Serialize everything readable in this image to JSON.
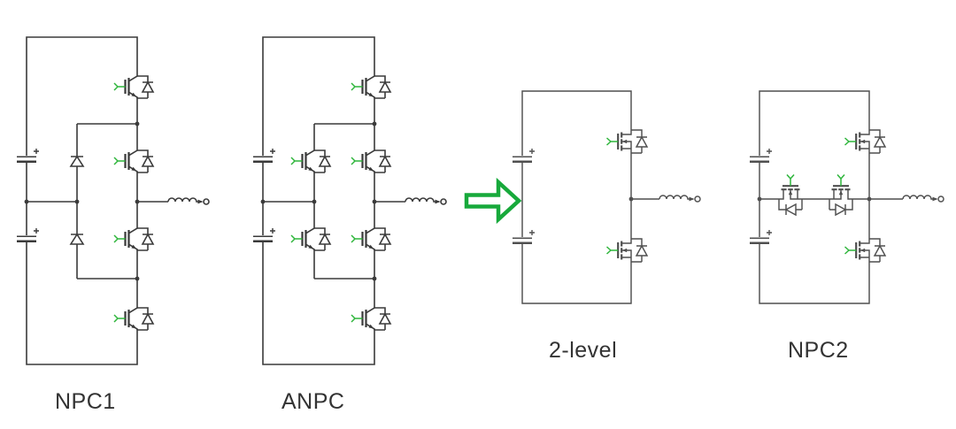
{
  "figure": {
    "description": "Four power converter phase-leg schematics",
    "colors": {
      "line_dark": "#3a3a3a",
      "line_light": "#4f4f4f",
      "gate_green": "#2eb53b",
      "arrow_green": "#17a93b",
      "label_text": "#333333",
      "background": "#ffffff"
    },
    "circuits": {
      "npc1": {
        "label": "NPC1",
        "switch_type": "IGBT",
        "switch_count": 4,
        "clamp_diode_count": 2,
        "capacitor_count": 2
      },
      "anpc": {
        "label": "ANPC",
        "switch_type": "IGBT",
        "switch_count": 6,
        "capacitor_count": 2
      },
      "two_level": {
        "label": "2-level",
        "switch_type": "MOSFET",
        "switch_count": 2,
        "capacitor_count": 2
      },
      "npc2": {
        "label": "NPC2",
        "switch_type": "MOSFET",
        "switch_count": 4,
        "capacitor_count": 2
      }
    },
    "arrow": {
      "direction": "right"
    }
  }
}
